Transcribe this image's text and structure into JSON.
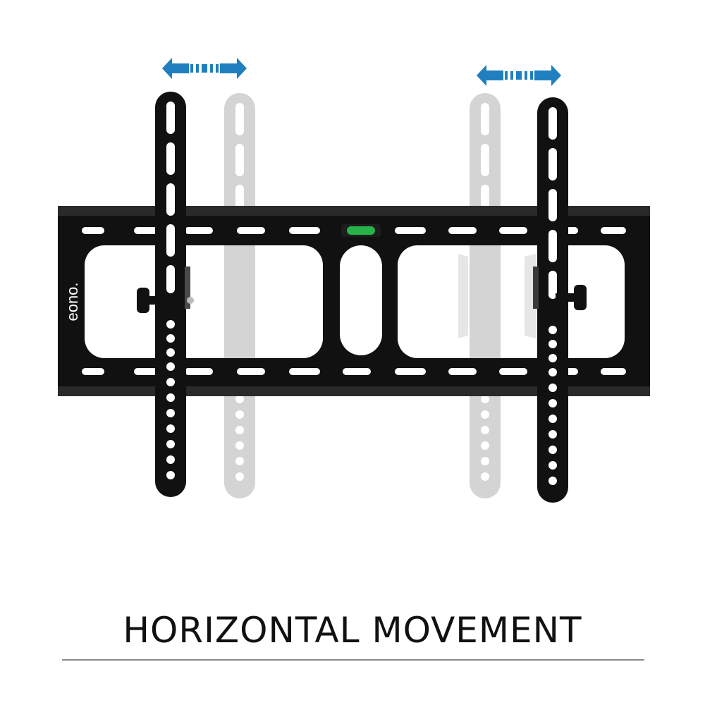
{
  "product": {
    "brand_logo_text": "eono."
  },
  "caption": {
    "text": "HORIZONTAL MOVEMENT"
  },
  "colors": {
    "bracket": "#111111",
    "ghost_bracket": "#d4d4d4",
    "arrow": "#1f7fbf",
    "level_bubble": "#27b34a",
    "divider": "#8c8c8c"
  },
  "icons": {
    "movement_arrows": "double-arrow-left-right",
    "bubble_level": "spirit-level"
  }
}
